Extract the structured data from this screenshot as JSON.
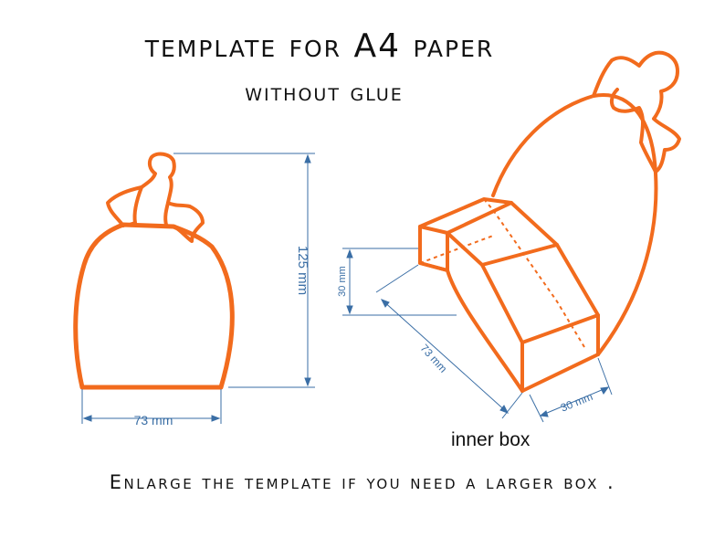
{
  "title": "template for A4 paper",
  "subtitle": "without glue",
  "footer": "Enlarge the template if you need a larger box .",
  "inner_box_label": "inner box",
  "dimensions": {
    "flat_width": "73 mm",
    "flat_height": "125 mm",
    "box_height": "30 mm",
    "box_length": "73 mm",
    "box_width": "30 mm"
  },
  "colors": {
    "outline": "#f26b1d",
    "dimension": "#3a6ea5",
    "text": "#111111"
  }
}
